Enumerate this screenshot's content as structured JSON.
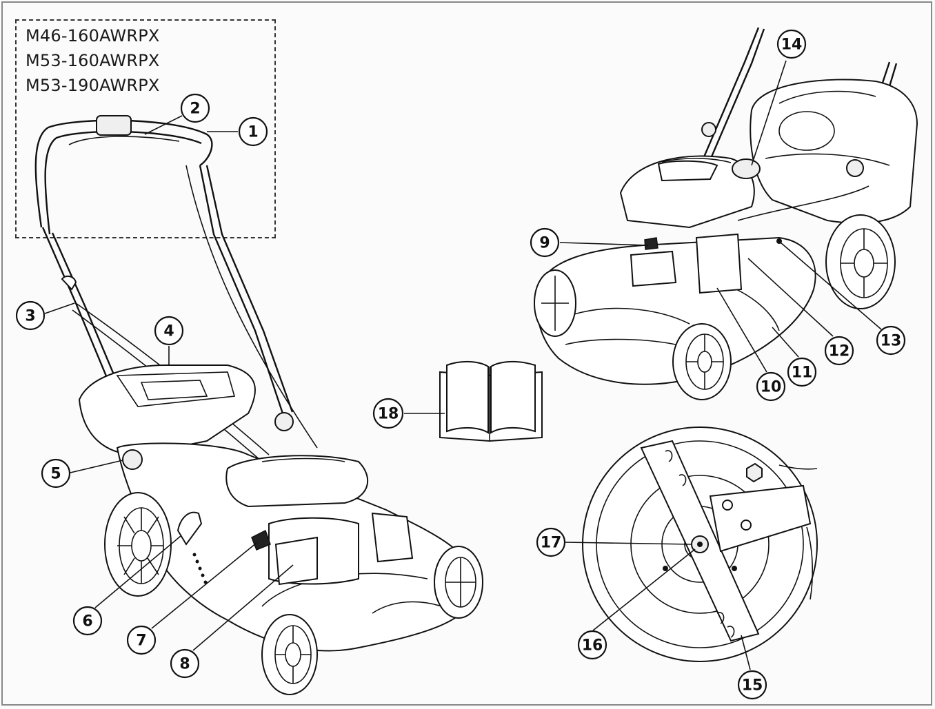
{
  "models": [
    "M46-160AWRPX",
    "M53-160AWRPX",
    "M53-190AWRPX"
  ],
  "callouts": [
    "1",
    "2",
    "3",
    "4",
    "5",
    "6",
    "7",
    "8",
    "9",
    "10",
    "11",
    "12",
    "13",
    "14",
    "15",
    "16",
    "17",
    "18"
  ]
}
